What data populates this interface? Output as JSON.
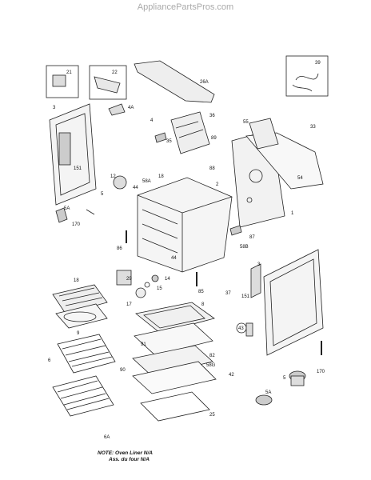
{
  "header": {
    "site": "AppliancePartsPros.com"
  },
  "note": {
    "line1": "NOTE: Oven Liner N/A",
    "line2": "Ass. du four N/A"
  },
  "callouts": {
    "c21": "21",
    "c22": "22",
    "c26A": "26A",
    "c39": "39",
    "c3a": "3",
    "c4A": "4A",
    "c151a": "151",
    "c4": "4",
    "c35": "35",
    "c36": "36",
    "c55": "55",
    "c33": "33",
    "c54": "54",
    "c89": "89",
    "c88": "88",
    "c12": "12",
    "c58A": "58A",
    "c18a": "18",
    "c44a": "44",
    "c2": "2",
    "c5": "5",
    "c5A": "5A",
    "c170a": "170",
    "c1": "1",
    "c87": "87",
    "c58B": "58B",
    "c86": "86",
    "c44b": "44",
    "c29": "29",
    "c14": "14",
    "c15": "15",
    "c17": "17",
    "c85": "85",
    "c18b": "18",
    "c9": "9",
    "c8": "8",
    "c37": "37",
    "c151b": "151",
    "c3b": "3",
    "c43": "43",
    "c6": "6",
    "c91": "91",
    "c82": "82",
    "c90": "90",
    "c58G": "58G",
    "c42": "42",
    "c25": "25",
    "c6A": "6A",
    "c5b": "5",
    "c5Ab": "5A",
    "c170b": "170"
  }
}
